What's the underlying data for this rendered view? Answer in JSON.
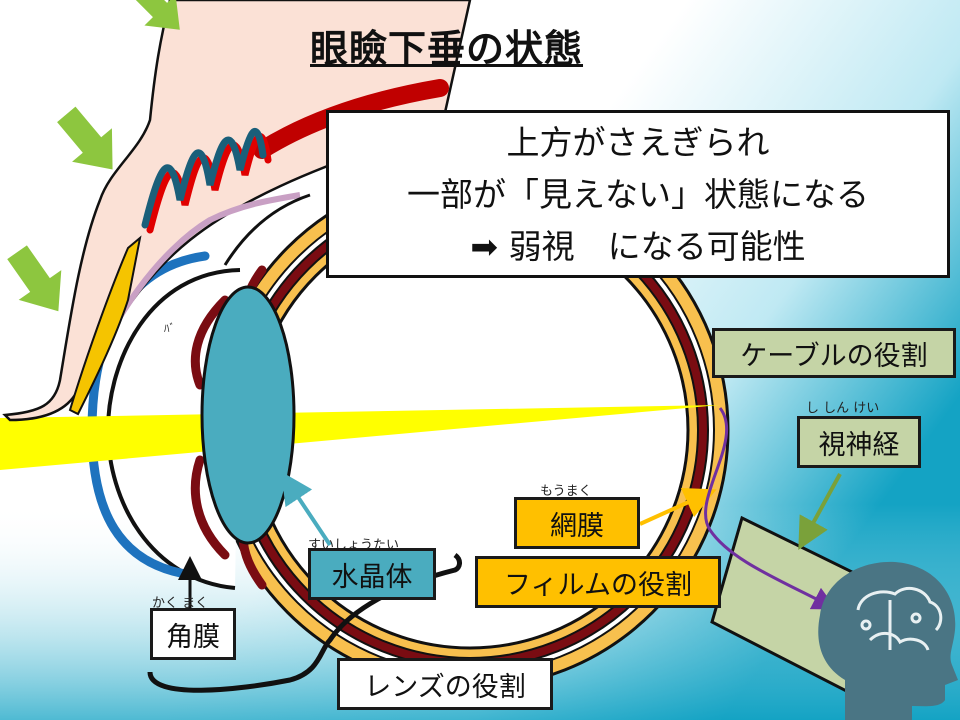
{
  "title": "眼瞼下垂の状態",
  "callout": {
    "line1": "上方がさえぎられ",
    "line2": "一部が「見えない」状態になる",
    "line3_arrow": "➡",
    "line3": "弱視　になる可能性"
  },
  "labels": {
    "cable_role": "ケーブルの役割",
    "optic_nerve_ruby": "し しん けい",
    "optic_nerve": "視神経",
    "retina_ruby": "もうまく",
    "retina": "網膜",
    "film_role": "フィルムの役割",
    "lens_ruby": "すいしょうたい",
    "lens": "水晶体",
    "cornea_ruby": "かく まく",
    "cornea": "角膜",
    "lens_role": "レンズの役割",
    "iris_ruby": "ﾊﾞ"
  },
  "colors": {
    "sky_top": "#ffffff",
    "sky_bottom": "#1aa6c8",
    "skin": "#fbe1d6",
    "lens_fill": "#4aacbf",
    "light_beam": "#ffff00",
    "retina_red": "#7a0c12",
    "sclera_orange": "#f8c04e",
    "cornea_blue": "#1e73be",
    "arrow_green": "#8dc63f",
    "spring_blue": "#1a5f7a",
    "spring_red": "#e00000",
    "nerve_green": "#b5c98c",
    "nerve_label_green": "#c5d4a6",
    "film_yellow": "#ffc000",
    "head_icon": "#3d6e7d"
  },
  "icons": [
    "arrow-down-left-icon",
    "brain-head-icon",
    "arrow-right-icon"
  ]
}
